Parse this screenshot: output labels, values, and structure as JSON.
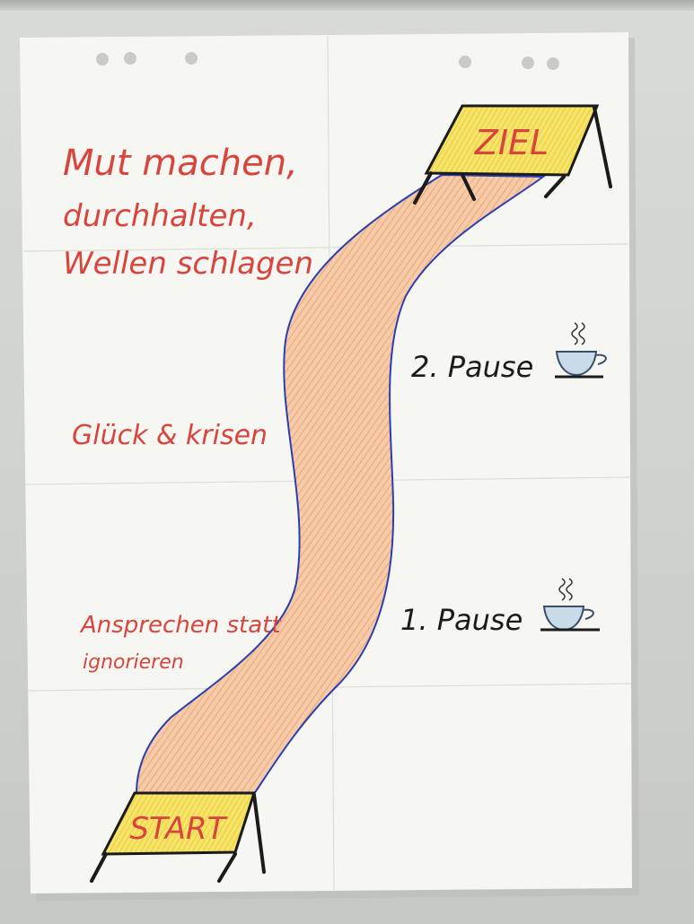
{
  "poster": {
    "title_lines": [
      "Mut machen,",
      "durchhalten,",
      "Wellen schlagen"
    ],
    "side_notes": [
      "Glück & krisen",
      "Ansprechen statt",
      "ignorieren"
    ],
    "goal_label": "ZIEL",
    "start_label": "START",
    "stops": [
      "1. Pause",
      "2. Pause"
    ]
  },
  "colors": {
    "paper": "#f5f5f2",
    "red_marker": "#d9453d",
    "black_marker": "#1b1b1b",
    "yellow_sign": "#f2d83a",
    "orange_path": "#f2b48a",
    "blue_outline": "#2b3fb3"
  },
  "icons": [
    "coffee-cup-icon",
    "coffee-cup-icon"
  ]
}
